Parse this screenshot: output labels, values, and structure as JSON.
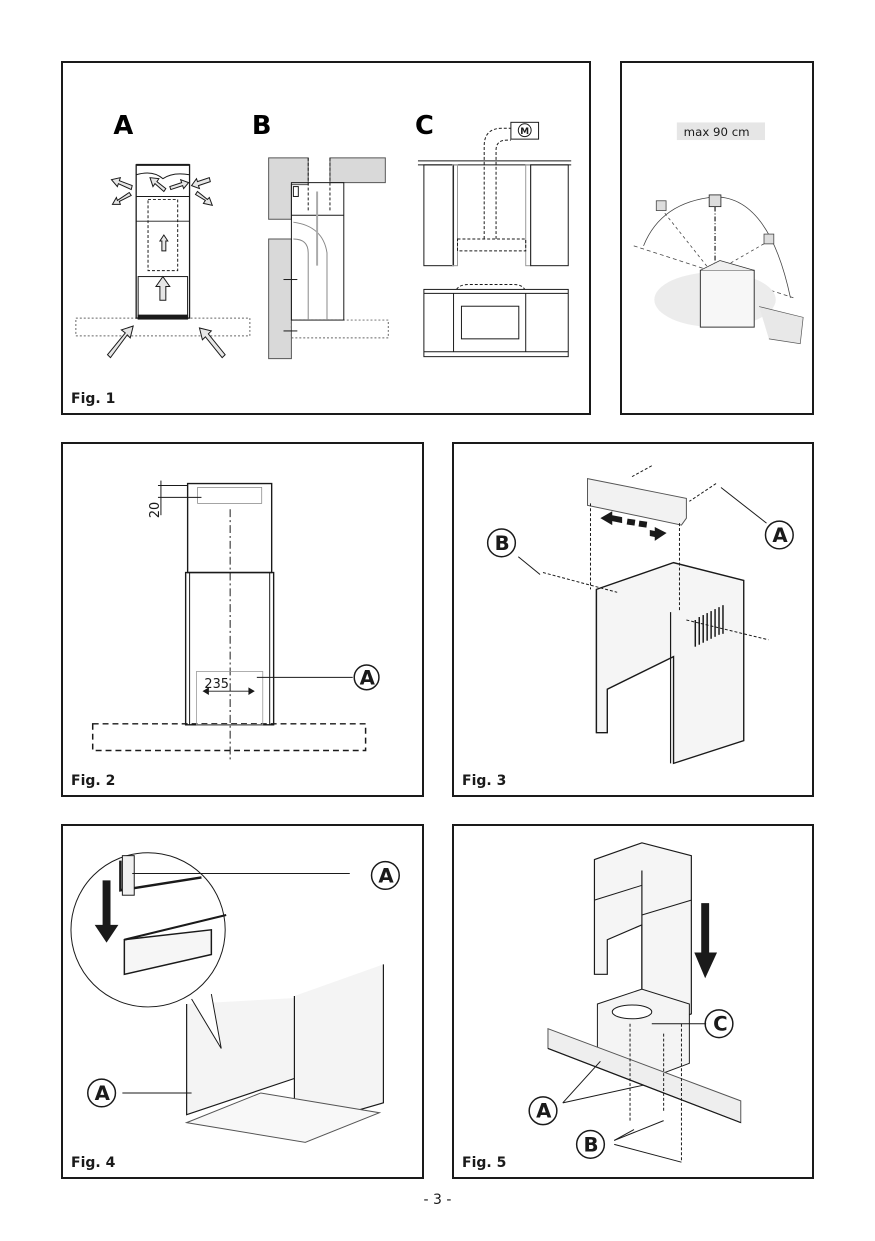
{
  "page": {
    "number": "- 3 -"
  },
  "figures": {
    "fig1": {
      "caption": "Fig. 1",
      "sections": [
        {
          "letter": "A"
        },
        {
          "letter": "B"
        },
        {
          "letter": "C"
        }
      ],
      "motor_label": "M"
    },
    "fig1b": {
      "dimension_label": "max 90 cm"
    },
    "fig2": {
      "caption": "Fig. 2",
      "dimension_top": "20",
      "dimension_width": "235",
      "callouts": [
        "A"
      ]
    },
    "fig3": {
      "caption": "Fig. 3",
      "callouts": [
        "A",
        "B"
      ]
    },
    "fig4": {
      "caption": "Fig. 4",
      "callouts": [
        "A",
        "A"
      ]
    },
    "fig5": {
      "caption": "Fig. 5",
      "callouts": [
        "C",
        "A",
        "B"
      ]
    }
  }
}
